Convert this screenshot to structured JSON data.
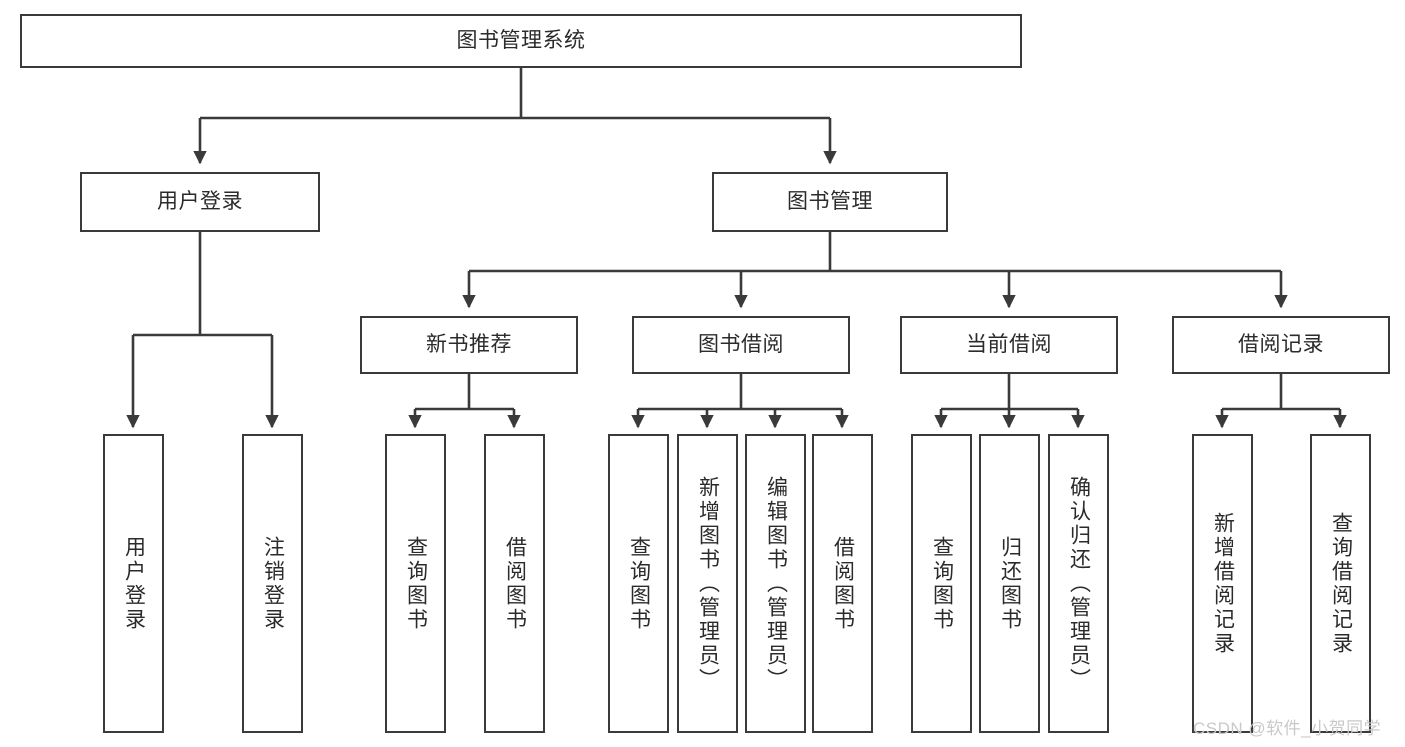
{
  "diagram": {
    "type": "tree-hierarchy",
    "title": "图书管理系统",
    "watermark": "CSDN @软件_小贺同学",
    "colors": {
      "stroke": "#3a3a3a",
      "fill": "#ffffff",
      "text": "#2b2b2b",
      "watermark": "#c9c9c9"
    },
    "nodes": {
      "root": {
        "label": "图书管理系统",
        "level": 0,
        "orientation": "horizontal"
      },
      "user_login": {
        "label": "用户登录",
        "level": 1,
        "orientation": "horizontal"
      },
      "book_manage": {
        "label": "图书管理",
        "level": 1,
        "orientation": "horizontal"
      },
      "new_book_rec": {
        "label": "新书推荐",
        "level": 2,
        "orientation": "horizontal"
      },
      "book_borrow": {
        "label": "图书借阅",
        "level": 2,
        "orientation": "horizontal"
      },
      "current_borrow": {
        "label": "当前借阅",
        "level": 2,
        "orientation": "horizontal"
      },
      "borrow_record": {
        "label": "借阅记录",
        "level": 2,
        "orientation": "horizontal"
      },
      "leaf_user_login": {
        "label": "用户登录",
        "level": 3,
        "orientation": "vertical"
      },
      "leaf_logout": {
        "label": "注销登录",
        "level": 3,
        "orientation": "vertical"
      },
      "leaf_query_book_a": {
        "label": "查询图书",
        "level": 3,
        "orientation": "vertical"
      },
      "leaf_borrow_book_a": {
        "label": "借阅图书",
        "level": 3,
        "orientation": "vertical"
      },
      "leaf_query_book_b": {
        "label": "查询图书",
        "level": 3,
        "orientation": "vertical"
      },
      "leaf_add_book": {
        "label": "新增图书（管理员）",
        "level": 3,
        "orientation": "vertical"
      },
      "leaf_edit_book": {
        "label": "编辑图书（管理员）",
        "level": 3,
        "orientation": "vertical"
      },
      "leaf_borrow_book_b": {
        "label": "借阅图书",
        "level": 3,
        "orientation": "vertical"
      },
      "leaf_query_book_c": {
        "label": "查询图书",
        "level": 3,
        "orientation": "vertical"
      },
      "leaf_return_book": {
        "label": "归还图书",
        "level": 3,
        "orientation": "vertical"
      },
      "leaf_confirm_return": {
        "label": "确认归还（管理员）",
        "level": 3,
        "orientation": "vertical"
      },
      "leaf_add_record": {
        "label": "新增借阅记录",
        "level": 3,
        "orientation": "vertical"
      },
      "leaf_query_record": {
        "label": "查询借阅记录",
        "level": 3,
        "orientation": "vertical"
      }
    },
    "edges": [
      {
        "from": "root",
        "to": "user_login"
      },
      {
        "from": "root",
        "to": "book_manage"
      },
      {
        "from": "book_manage",
        "to": "new_book_rec"
      },
      {
        "from": "book_manage",
        "to": "book_borrow"
      },
      {
        "from": "book_manage",
        "to": "current_borrow"
      },
      {
        "from": "book_manage",
        "to": "borrow_record"
      },
      {
        "from": "user_login",
        "to": "leaf_user_login"
      },
      {
        "from": "user_login",
        "to": "leaf_logout"
      },
      {
        "from": "new_book_rec",
        "to": "leaf_query_book_a"
      },
      {
        "from": "new_book_rec",
        "to": "leaf_borrow_book_a"
      },
      {
        "from": "book_borrow",
        "to": "leaf_query_book_b"
      },
      {
        "from": "book_borrow",
        "to": "leaf_add_book"
      },
      {
        "from": "book_borrow",
        "to": "leaf_edit_book"
      },
      {
        "from": "book_borrow",
        "to": "leaf_borrow_book_b"
      },
      {
        "from": "current_borrow",
        "to": "leaf_query_book_c"
      },
      {
        "from": "current_borrow",
        "to": "leaf_return_book"
      },
      {
        "from": "current_borrow",
        "to": "leaf_confirm_return"
      },
      {
        "from": "borrow_record",
        "to": "leaf_add_record"
      },
      {
        "from": "borrow_record",
        "to": "leaf_query_record"
      }
    ]
  }
}
